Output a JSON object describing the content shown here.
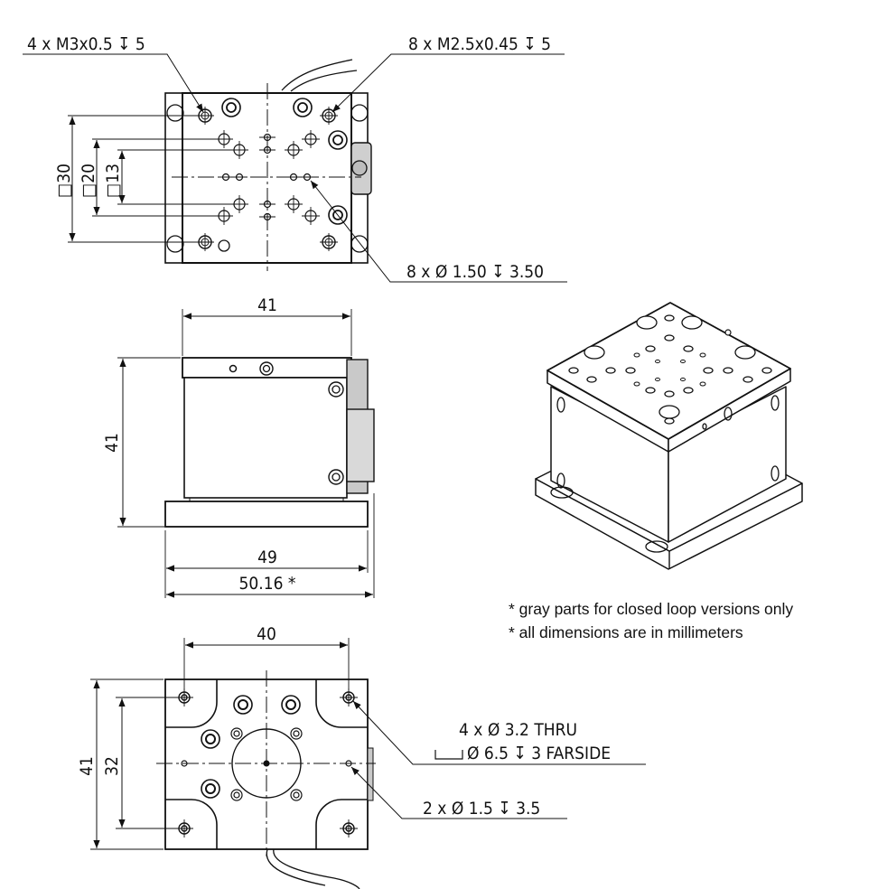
{
  "top_view": {
    "callout_tl": "4 x M3x0.5  ↧ 5",
    "callout_tr": "8 x  M2.5x0.45  ↧ 5",
    "callout_br": "8 x  Ø  1.50  ↧ 3.50",
    "dim_30": "□30",
    "dim_20": "□20",
    "dim_13": "□13"
  },
  "side_view": {
    "dim_width": "41",
    "dim_height": "41",
    "dim_base": "49",
    "dim_overall": "50.16 *"
  },
  "bottom_view": {
    "dim_width": "40",
    "dim_height": "41",
    "dim_inner": "32",
    "callout_thru": "4 x Ø  3.2  THRU",
    "callout_cbore": "Ø  6.5  ↧ 3  FARSIDE",
    "callout_small": "2 x Ø  1.5  ↧ 3.5"
  },
  "notes": [
    "* gray parts for closed loop versions only",
    "* all dimensions are in millimeters"
  ]
}
